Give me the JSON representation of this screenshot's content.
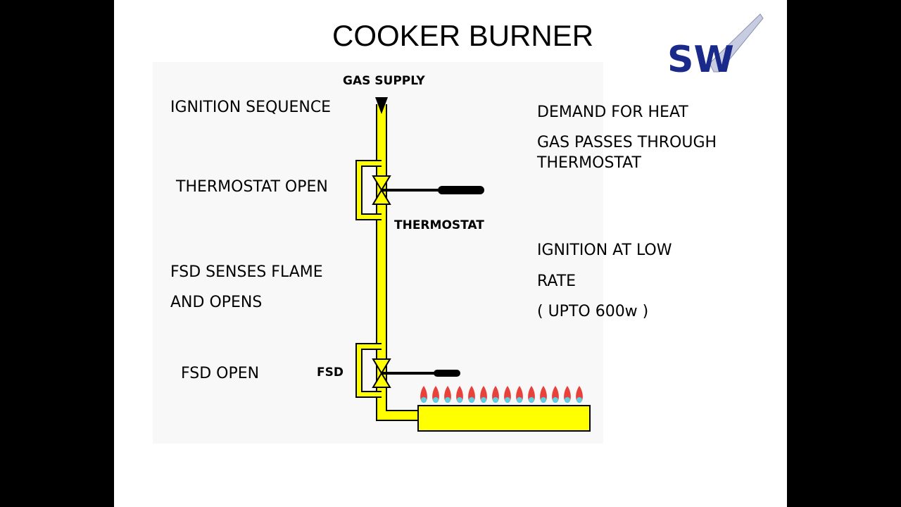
{
  "slide": {
    "title": "COOKER BURNER",
    "logo_text": "SW"
  },
  "diagram": {
    "labels": {
      "gas_supply": "GAS SUPPLY",
      "thermostat": "THERMOSTAT",
      "fsd": "FSD"
    },
    "left_steps": {
      "ignition_sequence": "IGNITION SEQUENCE",
      "thermostat_open": "THERMOSTAT OPEN",
      "fsd_senses_line1": "FSD SENSES FLAME",
      "fsd_senses_line2": "AND OPENS",
      "fsd_open": "FSD  OPEN"
    },
    "right_notes": {
      "demand": "DEMAND FOR HEAT",
      "gas_passes_line1": " GAS PASSES THROUGH",
      "gas_passes_line2": "THERMOSTAT",
      "ignition_line1": "IGNITION AT LOW",
      "ignition_line2": "RATE",
      "ignition_line3": " ( UPTO 600w )"
    }
  },
  "colors": {
    "pipe": "#ffff00",
    "outline": "#000000",
    "flame_outer": "#e8403a",
    "flame_inner": "#5fd0e0",
    "logo_blue": "#1a2a8a"
  },
  "icons": {
    "logo": "sw-checkmark-logo",
    "valve": "valve-icon",
    "flame": "flame-icon"
  }
}
